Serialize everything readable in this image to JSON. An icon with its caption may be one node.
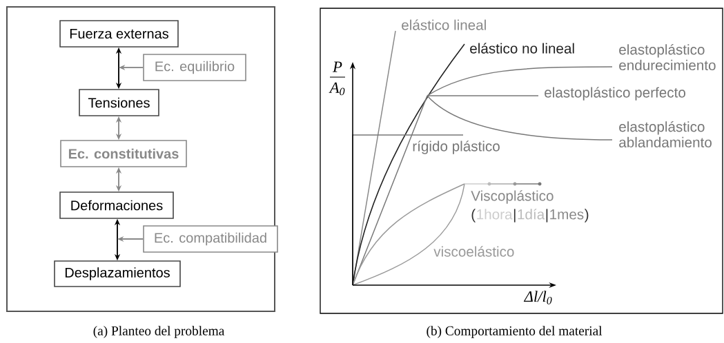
{
  "diagram": {
    "nodes": [
      {
        "text": [
          "Fuerza externas"
        ]
      },
      {
        "text": [
          "Ec. equilibrio"
        ]
      },
      {
        "text": [
          "Tensiones"
        ]
      },
      {
        "text": [
          "Ec. constitutivas"
        ]
      },
      {
        "text": [
          "Deformaciones"
        ]
      },
      {
        "text": [
          "Ec. compatibilidad"
        ]
      },
      {
        "text": [
          "Desplazamientos"
        ]
      }
    ],
    "edges": [
      {
        "from": 0,
        "to": 2,
        "arrow": "both",
        "color": "#000000"
      },
      {
        "from": 1,
        "to": null,
        "arrow": "to"
      },
      {
        "from": 2,
        "to": 3,
        "arrow": "both"
      },
      {
        "from": 3,
        "to": 4,
        "arrow": "both"
      },
      {
        "from": 4,
        "to": 6,
        "arrow": "both",
        "color": "#000000"
      },
      {
        "from": 5,
        "to": null,
        "arrow": "to"
      }
    ],
    "labels": [
      "elástico lineal",
      "elástico no lineal",
      "elastoplástico endurecimiento",
      "P",
      "A$_{0}$",
      "elastoplástico perfecto",
      "elastoplástico ablandamiento",
      "rígido plástico",
      "Viscoplástico",
      "(",
      "1hora",
      "|",
      "1día",
      "|",
      "1mes",
      ")",
      "viscoelástico",
      "Δl/l$_{0}$",
      "(a) Planteo del problema",
      "(b) Comportamiento del material"
    ]
  }
}
